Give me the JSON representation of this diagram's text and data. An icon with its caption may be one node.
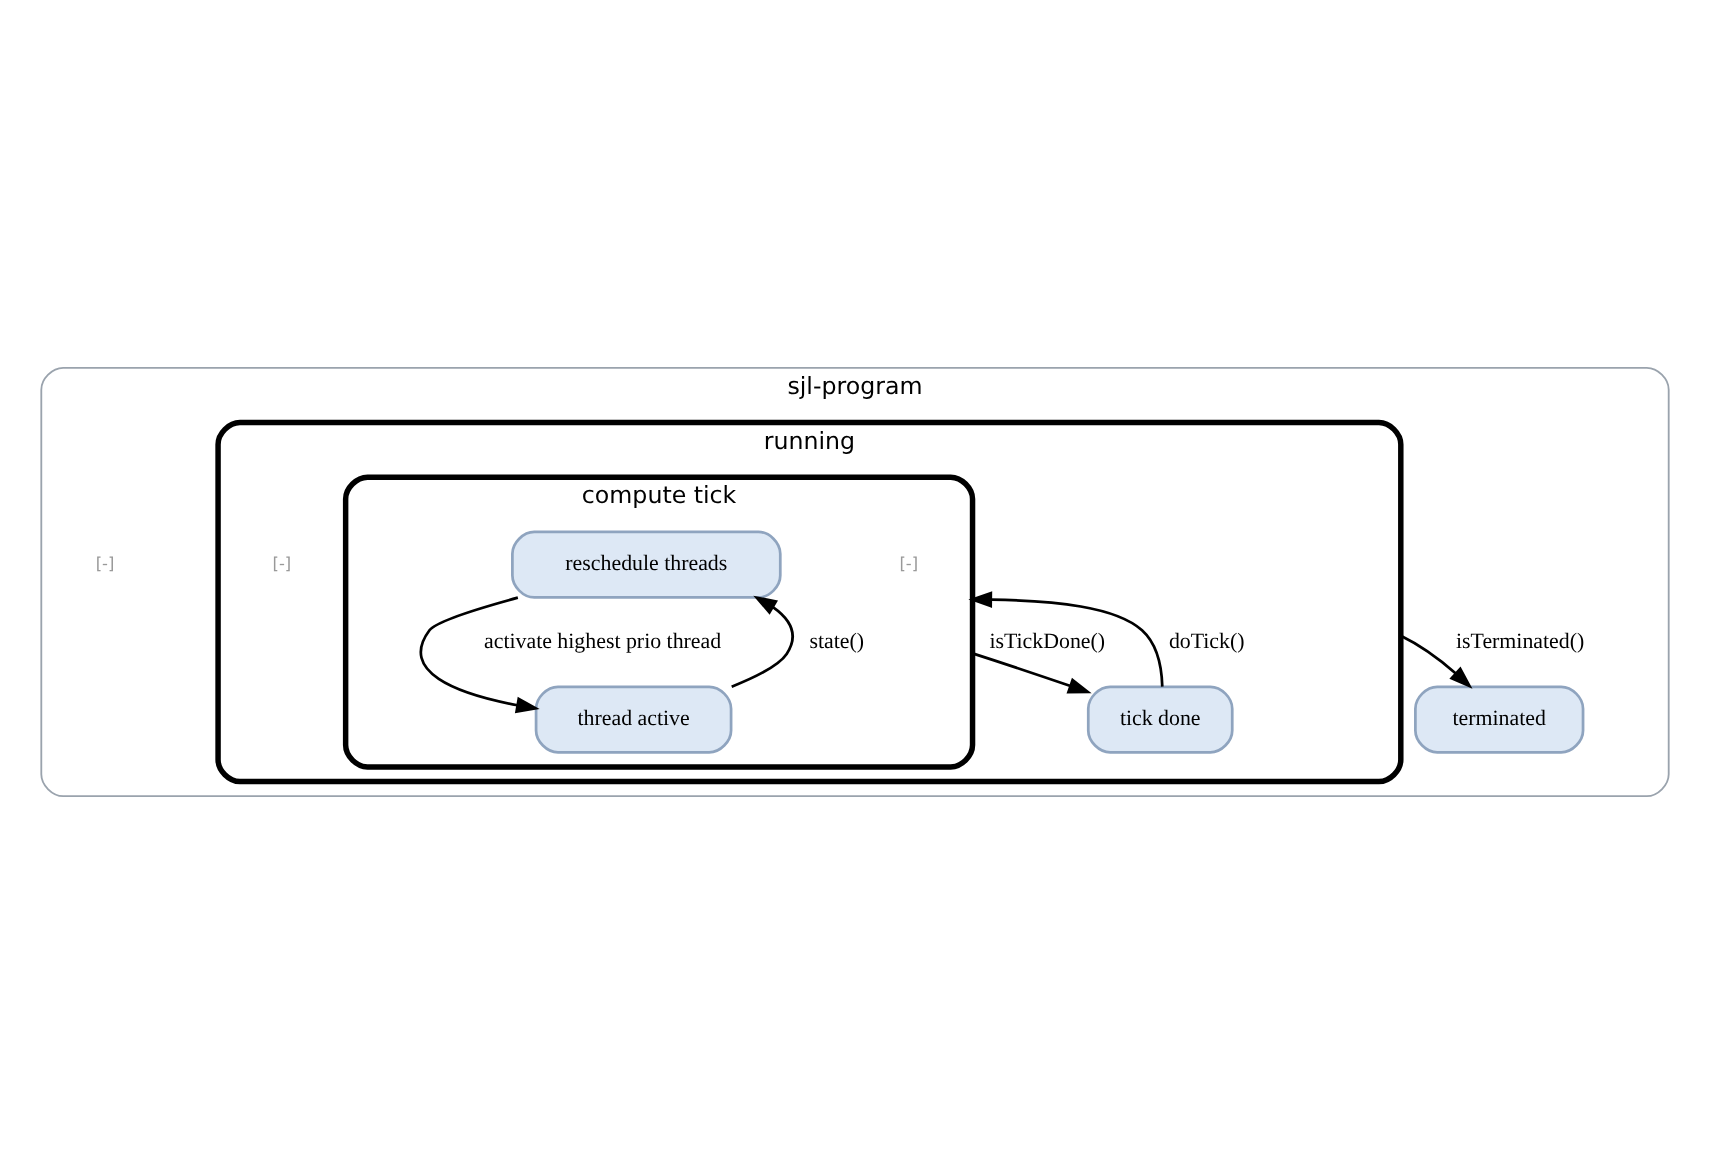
{
  "diagram": {
    "nodes": [
      {
        "text": [
          "sjl-program"
        ]
      },
      {
        "text": [
          "running"
        ],
        "in": 0
      },
      {
        "text": [
          "compute tick"
        ],
        "in": 1
      },
      {
        "text": [
          "reschedule threads"
        ],
        "in": 2
      },
      {
        "text": [
          "thread active"
        ],
        "in": 2
      },
      {
        "text": [
          "tick done"
        ],
        "in": 1
      },
      {
        "text": [
          "terminated"
        ],
        "in": 0
      }
    ],
    "edges": [
      {
        "from": 3,
        "to": 4,
        "arrow": "to",
        "label": "activate highest prio thread"
      },
      {
        "from": 4,
        "to": 3,
        "arrow": "to",
        "label": "state()"
      },
      {
        "from": 2,
        "to": 5,
        "arrow": "to",
        "label": "isTickDone()"
      },
      {
        "from": 5,
        "to": 2,
        "arrow": "to",
        "label": "doTick()"
      },
      {
        "from": 1,
        "to": 6,
        "arrow": "to",
        "label": "isTerminated()"
      }
    ],
    "labels": [
      "[-]",
      "[-]",
      "[-]"
    ]
  }
}
